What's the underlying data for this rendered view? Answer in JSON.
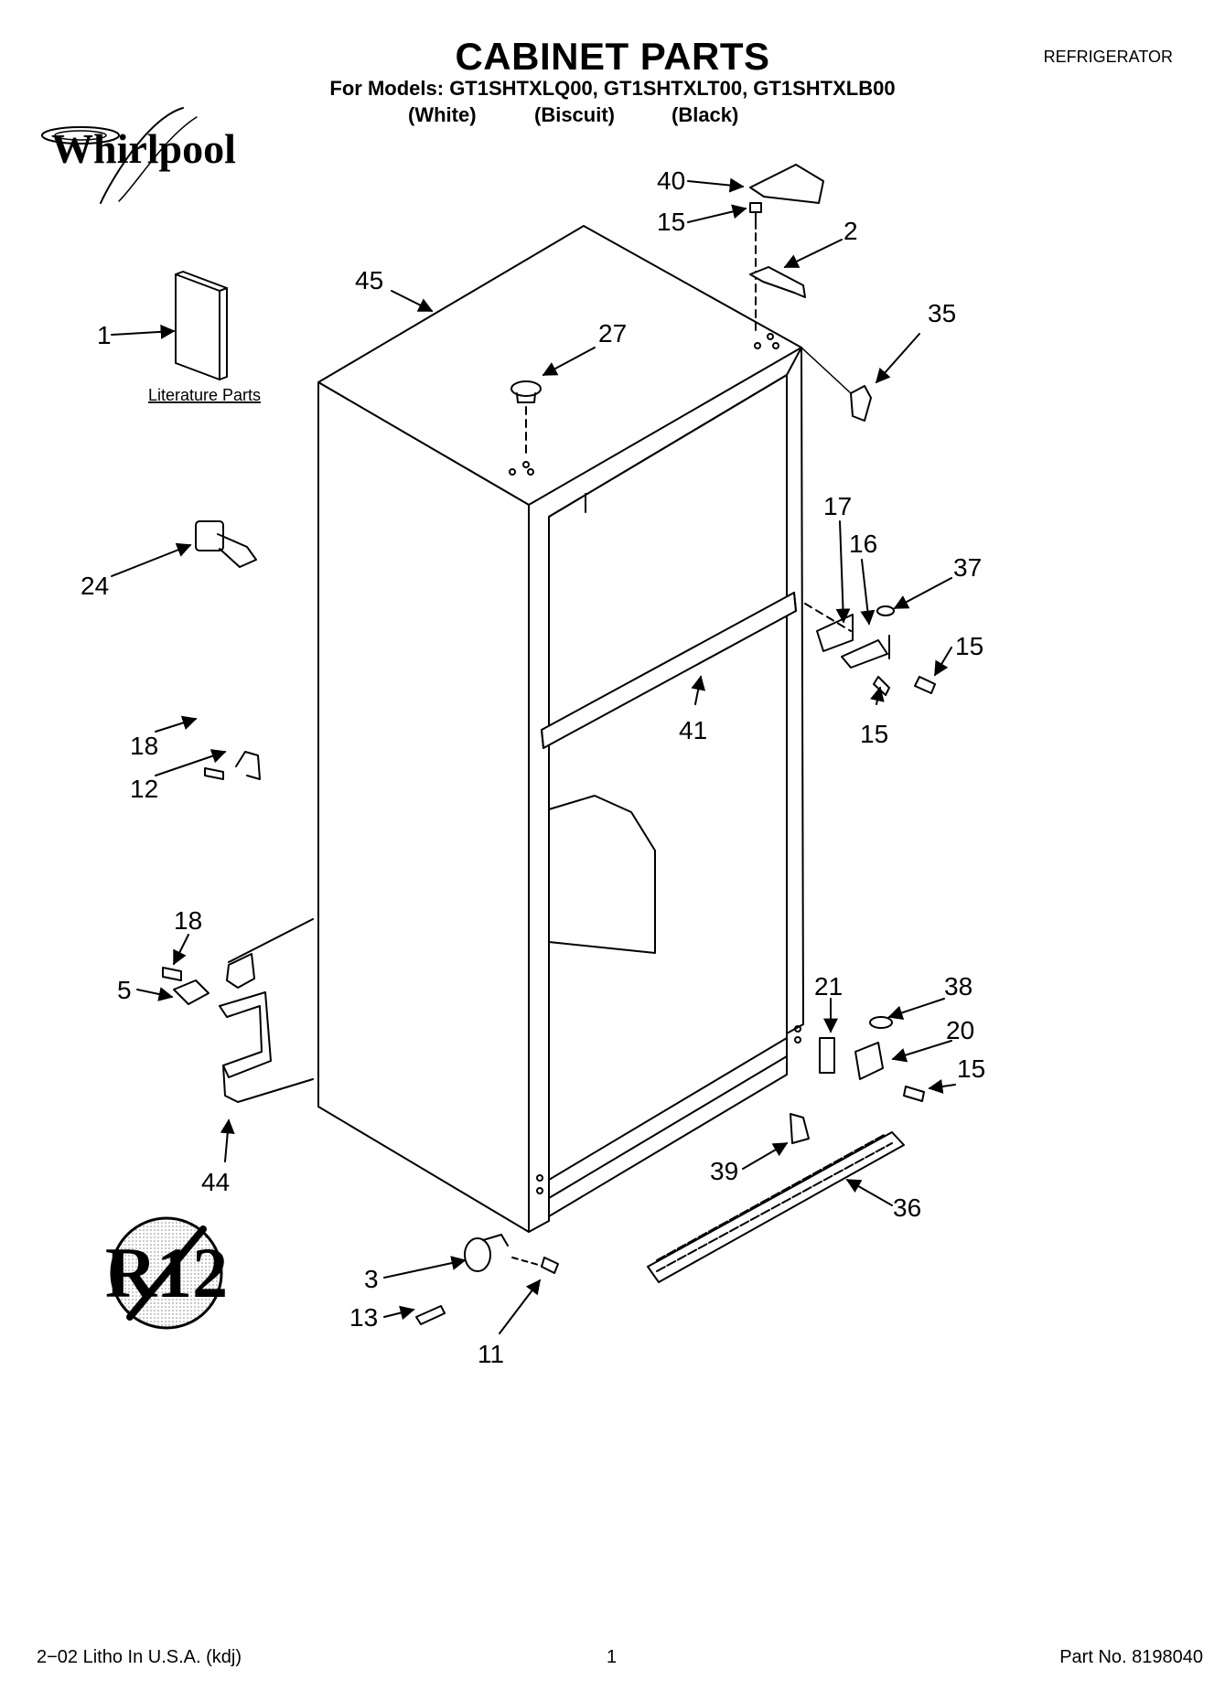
{
  "header": {
    "title": "CABINET PARTS",
    "category": "REFRIGERATOR",
    "models": "For Models: GT1SHTXLQ00, GT1SHTXLT00, GT1SHTXLB00",
    "colors": [
      "(White)",
      "(Biscuit)",
      "(Black)"
    ]
  },
  "logo": {
    "brand": "Whirlpool"
  },
  "literature_label": "Literature Parts",
  "r12_symbol": "R12",
  "callouts": {
    "c1": "1",
    "c2": "2",
    "c3": "3",
    "c5": "5",
    "c11": "11",
    "c12": "12",
    "c13": "13",
    "c15a": "15",
    "c15b": "15",
    "c15c": "15",
    "c15d": "15",
    "c16": "16",
    "c17": "17",
    "c18a": "18",
    "c18b": "18",
    "c20": "20",
    "c21": "21",
    "c24": "24",
    "c27": "27",
    "c35": "35",
    "c36": "36",
    "c37": "37",
    "c38": "38",
    "c39": "39",
    "c40": "40",
    "c41": "41",
    "c44": "44",
    "c45": "45"
  },
  "footer": {
    "left": "2−02 Litho In U.S.A. (kdj)",
    "page": "1",
    "right": "Part No. 8198040"
  }
}
